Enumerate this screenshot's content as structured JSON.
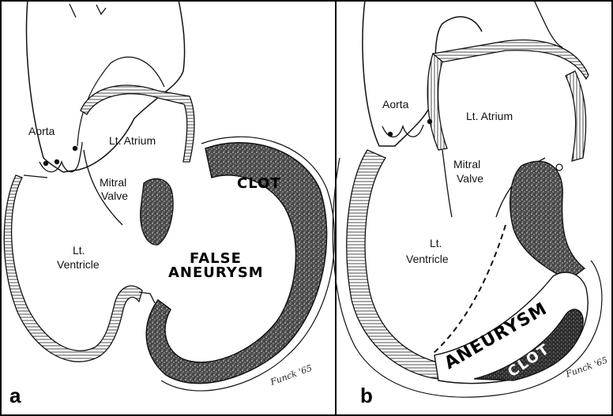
{
  "panels": {
    "a": {
      "letter": "a",
      "labels": {
        "aorta": "Aorta",
        "atrium": "Lt. Atrium",
        "mitral_1": "Mitral",
        "mitral_2": "Valve",
        "ventricle_1": "Lt.",
        "ventricle_2": "Ventricle",
        "clot": "CLOT",
        "false_1": "FALSE",
        "false_2": "ANEURYSM"
      }
    },
    "b": {
      "letter": "b",
      "labels": {
        "aorta": "Aorta",
        "atrium": "Lt. Atrium",
        "mitral_1": "Mitral",
        "mitral_2": "Valve",
        "ventricle_1": "Lt.",
        "ventricle_2": "Ventricle",
        "aneurysm": "ANEURYSM",
        "clot": "CLOT"
      }
    }
  },
  "colors": {
    "line": "#111111",
    "stipple": "#3a3a3a",
    "background": "#ffffff"
  }
}
